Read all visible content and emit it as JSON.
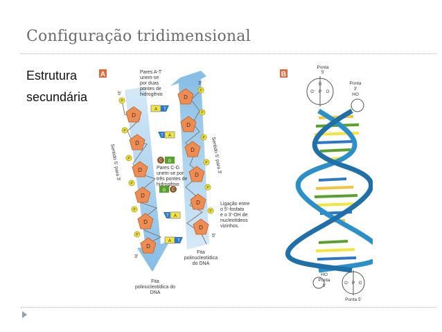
{
  "slide": {
    "title": "Configuração tridimensional",
    "body_line1": "Estrutura",
    "body_line2": "secundária"
  },
  "figure_a": {
    "panel_label": "A",
    "label_5prime_top": "5'",
    "label_3prime_top": "3'",
    "label_3prime_bottom": "3'",
    "label_5prime_bottom": "5'",
    "phosphate": "P",
    "deoxyribose": "D",
    "bases": [
      "A",
      "T",
      "C",
      "G"
    ],
    "label_at": [
      "Pares A-T",
      "unem-se",
      "por duas",
      "pontes de",
      "hidrogênio"
    ],
    "label_cg": [
      "Pares C-G",
      "unem-se por",
      "três pontes de",
      "hidrogênio"
    ],
    "label_bond": [
      "Ligação entre",
      "o 5'-fosfato",
      "e o 3'-OH de",
      "nucleotídeos",
      "vizinhos."
    ],
    "label_strand_right": [
      "Fita",
      "polinucleotídica",
      "do DNA"
    ],
    "label_strand_left": [
      "Fita",
      "polinucleotídica do",
      "DNA"
    ],
    "label_direction_left": "Sentido 5' para 3'",
    "label_direction_right": "Sentido 5' para 3'"
  },
  "figure_b": {
    "panel_label": "B",
    "top_left": [
      "Ponta",
      "5'"
    ],
    "top_right": [
      "Ponta",
      "3'",
      "HO"
    ],
    "bottom_left": [
      "HO",
      "Ponta",
      "3'"
    ],
    "bottom_right": "Ponta 5'",
    "phosphate_o": "O",
    "phosphate_p": "P",
    "phosphate_dash_o": "O⁻"
  },
  "colors": {
    "title": "#6b6b6b",
    "rule": "#a9b9c6",
    "panel_label_bg": "#e06a3c",
    "sugar": "#ef8c52",
    "phosphate": "#f3e53b",
    "arrow": "#8fc4e8",
    "helix_blue": "#2b8fc9"
  }
}
